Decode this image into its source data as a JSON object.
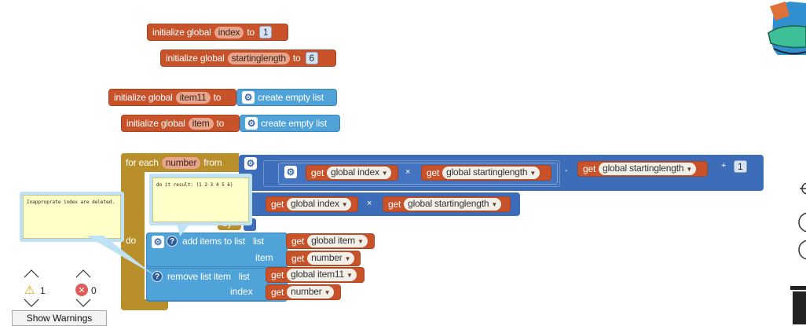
{
  "globals": [
    {
      "prefix": "initialize global",
      "name": "index",
      "to": "to",
      "value": "1",
      "kind": "number"
    },
    {
      "prefix": "initialize global",
      "name": "startinglength",
      "to": "to",
      "value": "6",
      "kind": "number"
    },
    {
      "prefix": "initialize global",
      "name": "item11",
      "to": "to",
      "value": "create empty list",
      "kind": "list"
    },
    {
      "prefix": "initialize global",
      "name": "item",
      "to": "to",
      "value": "create empty list",
      "kind": "list"
    }
  ],
  "loop": {
    "label": "for each",
    "var": "number",
    "from": "from",
    "by": "by",
    "do": "do",
    "expr_row1": {
      "get1": "get",
      "var1": "global index",
      "op1": "×",
      "get2": "get",
      "var2": "global startinglength",
      "op2": "-",
      "get3": "get",
      "var3": "global startinglength",
      "op3": "+",
      "num": "1"
    },
    "expr_row2": {
      "get1": "get",
      "var1": "global index",
      "op": "×",
      "get2": "get",
      "var2": "global startinglength"
    },
    "add_items": {
      "label": "add items to list",
      "list_label": "list",
      "list_get": "get",
      "list_var": "global item",
      "item_label": "item",
      "item_get": "get",
      "item_var": "number"
    },
    "remove": {
      "label": "remove list item",
      "list_label": "list",
      "list_get": "get",
      "list_var": "global item11",
      "index_label": "index",
      "index_get": "get",
      "index_var": "number"
    }
  },
  "comments": {
    "result": "do it result: (1 2 3 4 5 6)",
    "warning": "Inapproprate index are deleted."
  },
  "warnings": {
    "warning_count": "1",
    "error_count": "0",
    "button": "Show Warnings"
  },
  "colors": {
    "variable": "#c8532b",
    "list": "#4fa3d9",
    "control": "#b98f2b",
    "math": "#3d6db8"
  }
}
